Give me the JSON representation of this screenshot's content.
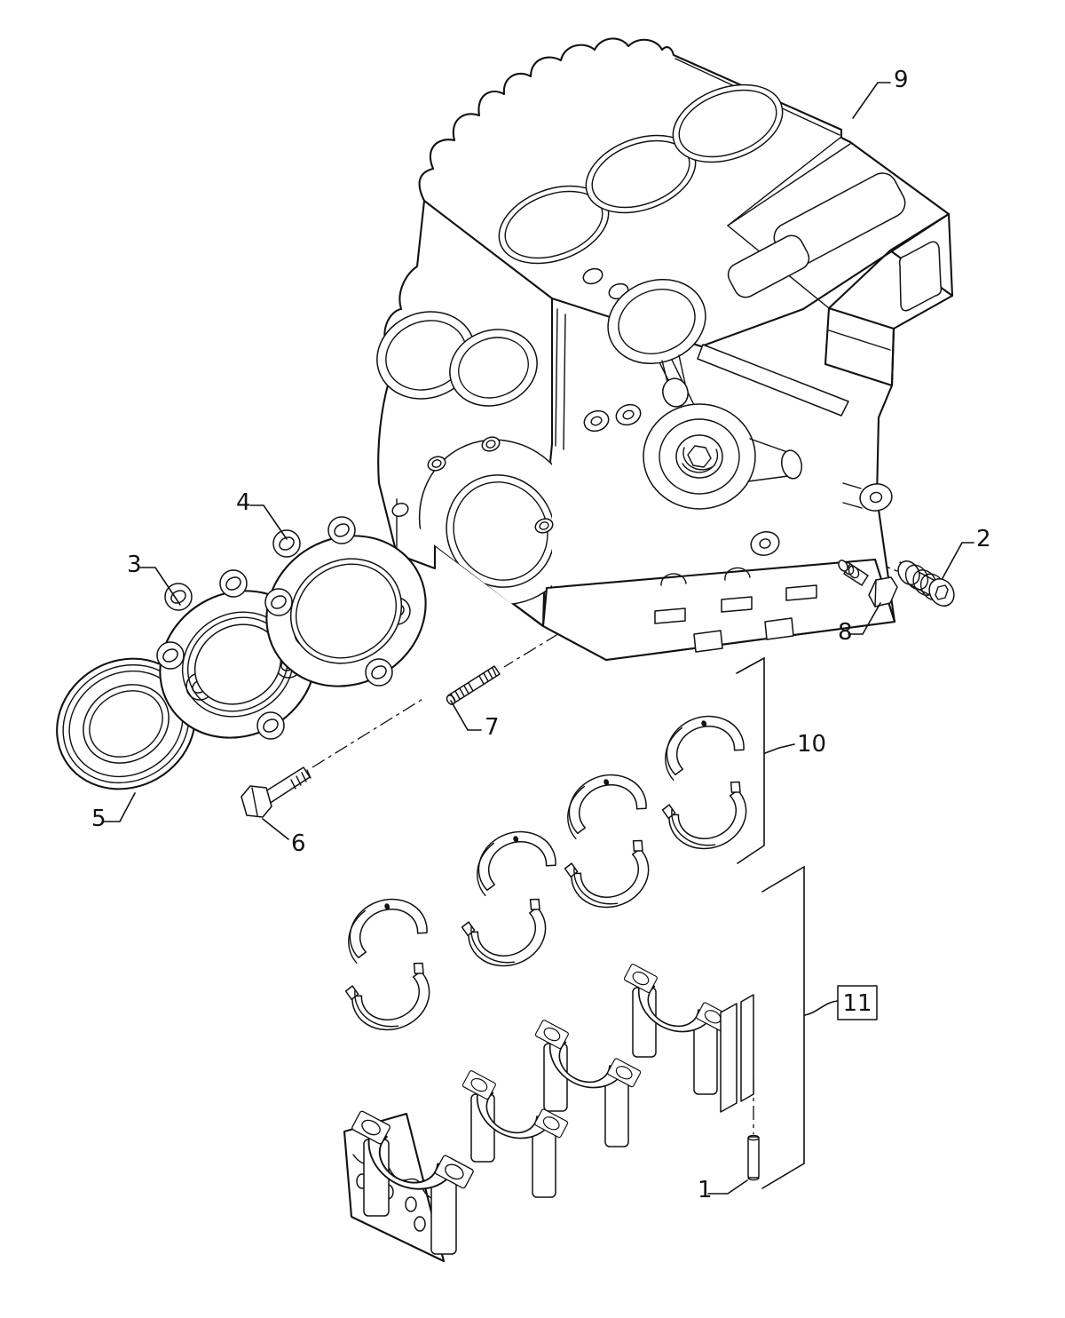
{
  "figure": {
    "type": "exploded-parts-diagram",
    "description_visible_text_only": true,
    "background_color": "#ffffff",
    "line_color": "#111111",
    "callouts": [
      {
        "label": "1",
        "boxed": false
      },
      {
        "label": "2",
        "boxed": false
      },
      {
        "label": "3",
        "boxed": false
      },
      {
        "label": "4",
        "boxed": false
      },
      {
        "label": "5",
        "boxed": false
      },
      {
        "label": "6",
        "boxed": false
      },
      {
        "label": "7",
        "boxed": false
      },
      {
        "label": "8",
        "boxed": false
      },
      {
        "label": "9",
        "boxed": false
      },
      {
        "label": "10",
        "boxed": false
      },
      {
        "label": "11",
        "boxed": true
      }
    ]
  }
}
